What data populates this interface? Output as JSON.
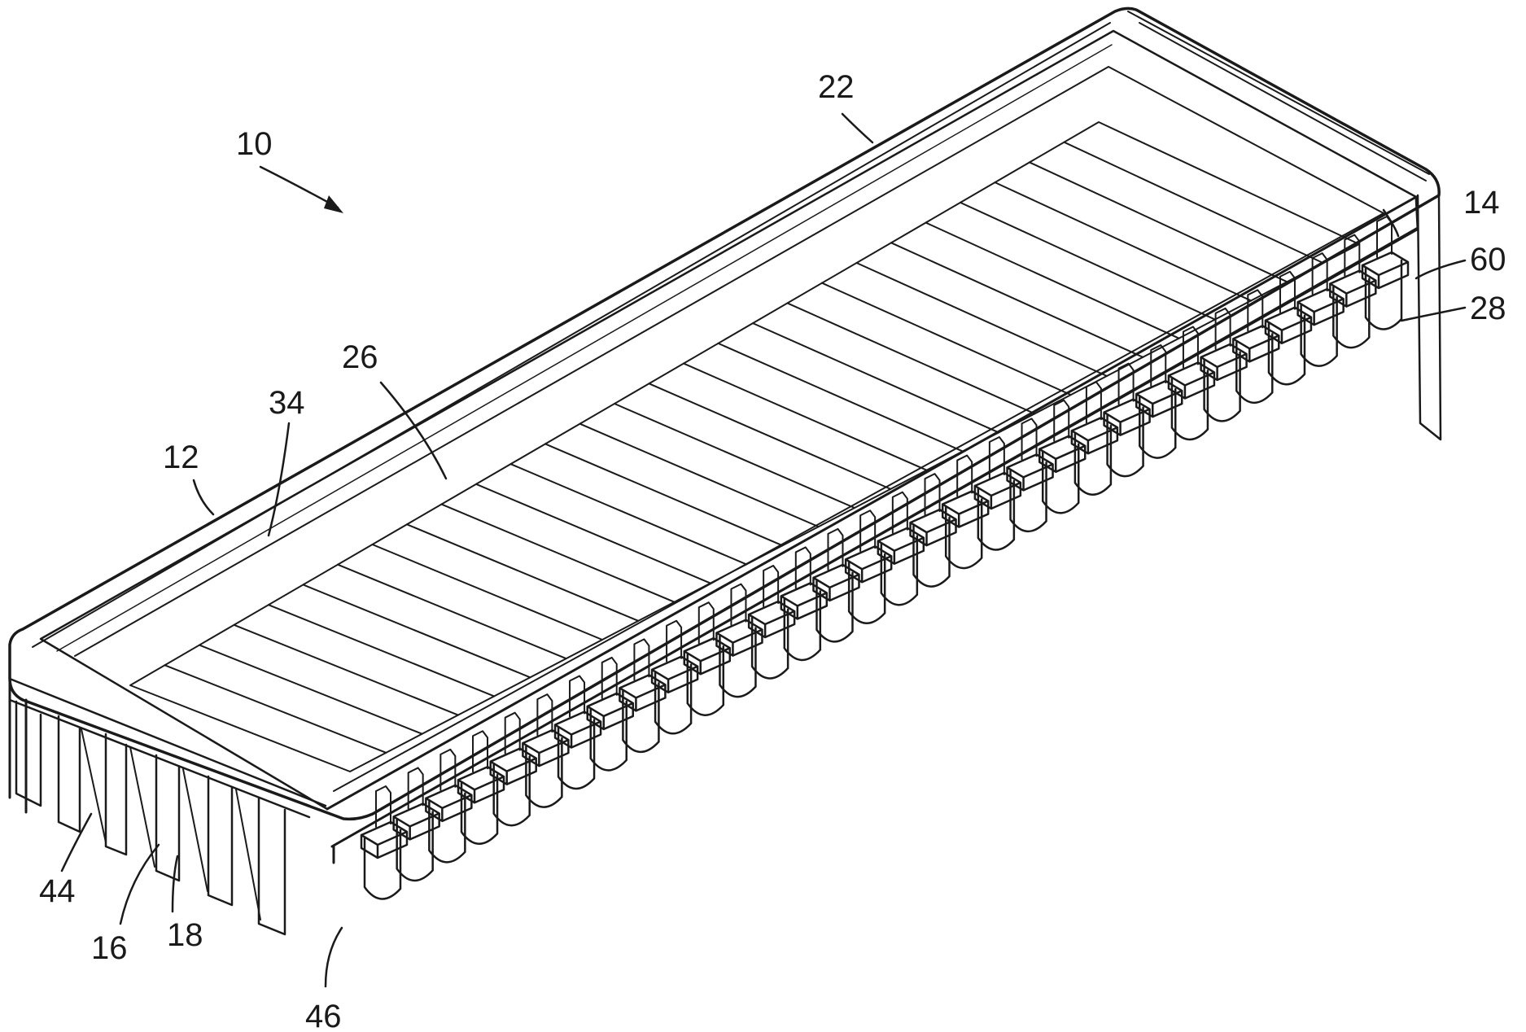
{
  "labels": {
    "l10": "10",
    "l22": "22",
    "l14": "14",
    "l60": "60",
    "l28": "28",
    "l26": "26",
    "l34": "34",
    "l12": "12",
    "l44": "44",
    "l16": "16",
    "l18": "18",
    "l46": "46"
  },
  "teeth_count": 32,
  "slat_count": 28
}
